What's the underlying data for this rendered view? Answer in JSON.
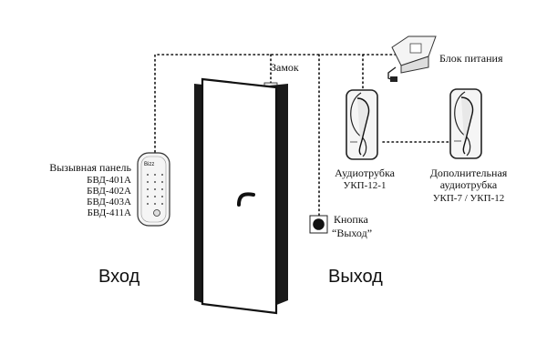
{
  "labels": {
    "lock": "Замок",
    "power": "Блок питания",
    "panel_title": "Вызывная панель",
    "panel_models": [
      "БВД-401А",
      "БВД-402А",
      "БВД-403А",
      "БВД-411А"
    ],
    "handset_main": [
      "Аудиотрубка",
      "УКП-12-1"
    ],
    "handset_extra": [
      "Дополнительная",
      "аудиотрубка",
      "УКП-7 / УКП-12"
    ],
    "exit_button": [
      "Кнопка",
      "“Выход”"
    ],
    "entrance": "Вход",
    "exit_side": "Выход",
    "panel_brand": "Bizz"
  },
  "colors": {
    "line": "#111111",
    "door_frame": "#1a1a1a",
    "door_leaf": "#ffffff",
    "device_fill": "#f7f7f7",
    "device_stroke": "#555555"
  }
}
